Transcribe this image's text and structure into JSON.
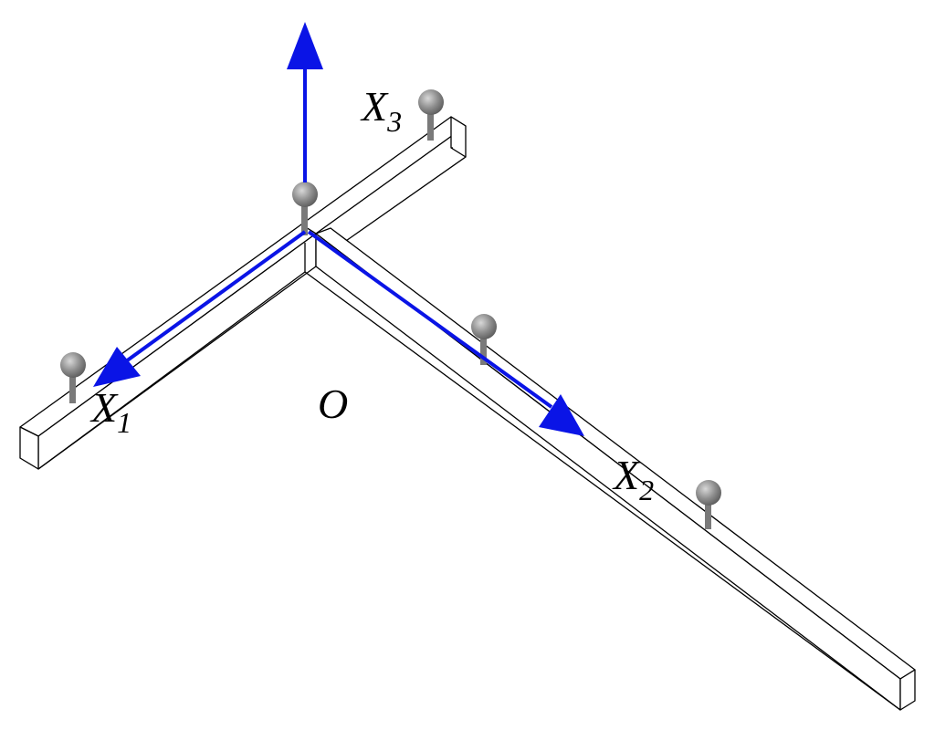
{
  "labels": {
    "origin": "O",
    "x1": {
      "main": "X",
      "sub": "1"
    },
    "x2": {
      "main": "X",
      "sub": "2"
    },
    "x3": {
      "main": "X",
      "sub": "3"
    }
  },
  "colors": {
    "axis_arrow": "#0a14e6",
    "sensor_head": "#8c8c8c",
    "beam_outline": "#000000",
    "background": "#ffffff"
  },
  "icons": {
    "sensor": "pin-sensor-icon"
  }
}
